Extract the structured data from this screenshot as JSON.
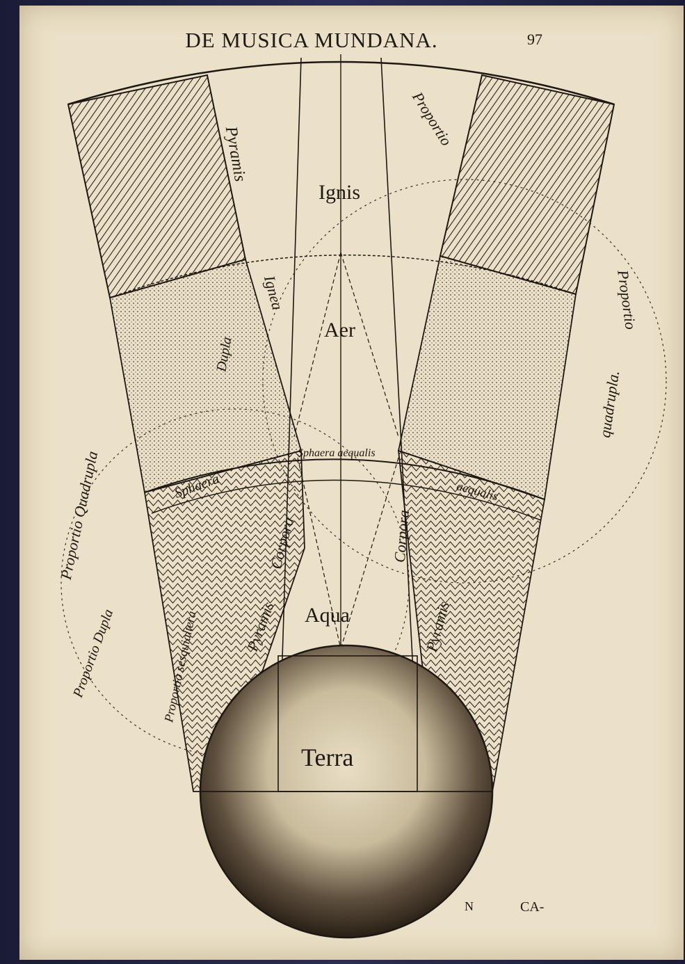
{
  "header": {
    "title": "DE MUSICA MUNDANA.",
    "page_number": "97"
  },
  "diagram": {
    "elements": {
      "fire": "Ignis",
      "air": "Aer",
      "water": "Aqua",
      "earth": "Terra"
    },
    "labels": {
      "pyramis_top": "Pyramis",
      "proportio_top_right": "Proportio",
      "proportio_right": "Proportio",
      "quadrupla": "quadrupla.",
      "ignea": "Ignea",
      "sphaera_aequalis": "Sphaera aequalis",
      "sphaera": "Sphaera",
      "aequalis": "aequalis",
      "corpora_left": "Corpora",
      "corpora_right": "Corpora",
      "pyramis_right": "Pyramis",
      "pyramis_left": "Pyramis",
      "proportio_quadrupla": "Proportio Quadrupla",
      "proportio_dupla": "Proportio Dupla",
      "proportio_sesquialtera": "Proportio sesquialtera",
      "dupla": "Dupla"
    }
  },
  "footer": {
    "signature": "N",
    "catchword": "CA-"
  },
  "colors": {
    "paper": "#ebe1c8",
    "ink": "#1e1812",
    "background": "#1b1e3a"
  }
}
